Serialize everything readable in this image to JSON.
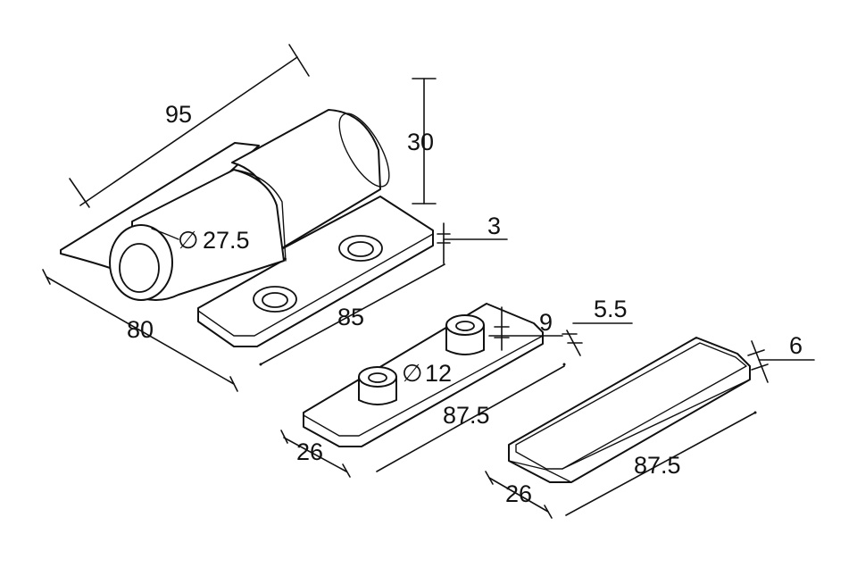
{
  "dimensions": {
    "hinge_length": "95",
    "hinge_height": "30",
    "plate_thickness": "3",
    "barrel_diameter": "27.5",
    "leaf_width": "80",
    "leaf_length": "85",
    "plate_offset": "5.5",
    "plate_boss_spacing": "9",
    "boss_diameter": "12",
    "plate_length": "87.5",
    "plate_width": "26",
    "cover_thickness": "6",
    "cover_length": "87.5",
    "cover_width": "26"
  },
  "symbols": {
    "diameter": "∅"
  }
}
